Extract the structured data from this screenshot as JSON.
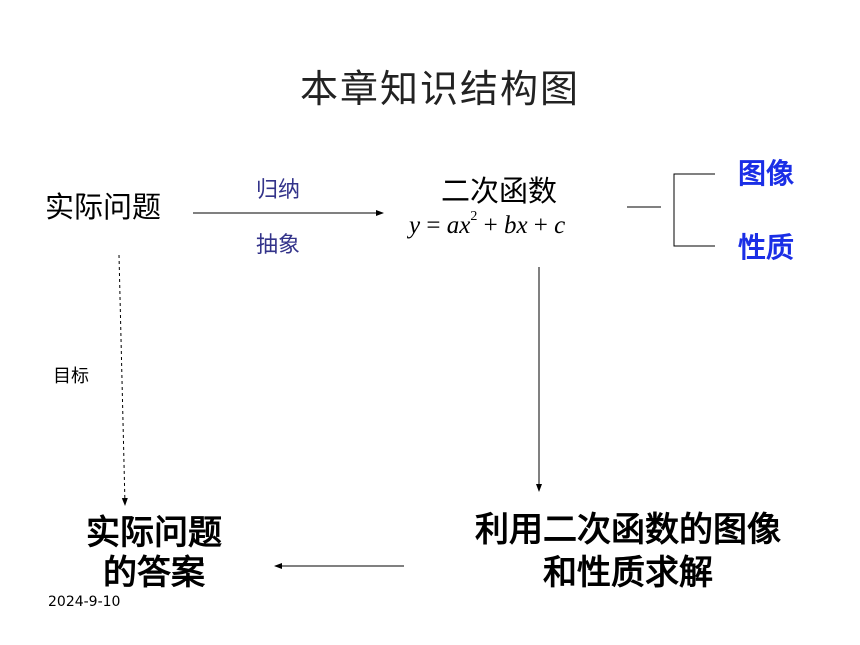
{
  "title": "本章知识结构图",
  "nodes": {
    "actual_problem": "实际问题",
    "quadratic_function": "二次函数",
    "formula": {
      "y": "y",
      "equals": " = ",
      "a": "a",
      "x1": "x",
      "exp": "2",
      "plus1": " + ",
      "b": "b",
      "x2": "x",
      "plus2": " + ",
      "c": "c"
    },
    "graph": "图像",
    "property": "性质",
    "answer_line1": "实际问题",
    "answer_line2": "的答案",
    "solve_line1": "利用二次函数的图像",
    "solve_line2": "和性质求解"
  },
  "edges": {
    "induct": "归纳",
    "abstract": "抽象",
    "goal": "目标"
  },
  "footer": {
    "date": "2024-9-10"
  }
}
